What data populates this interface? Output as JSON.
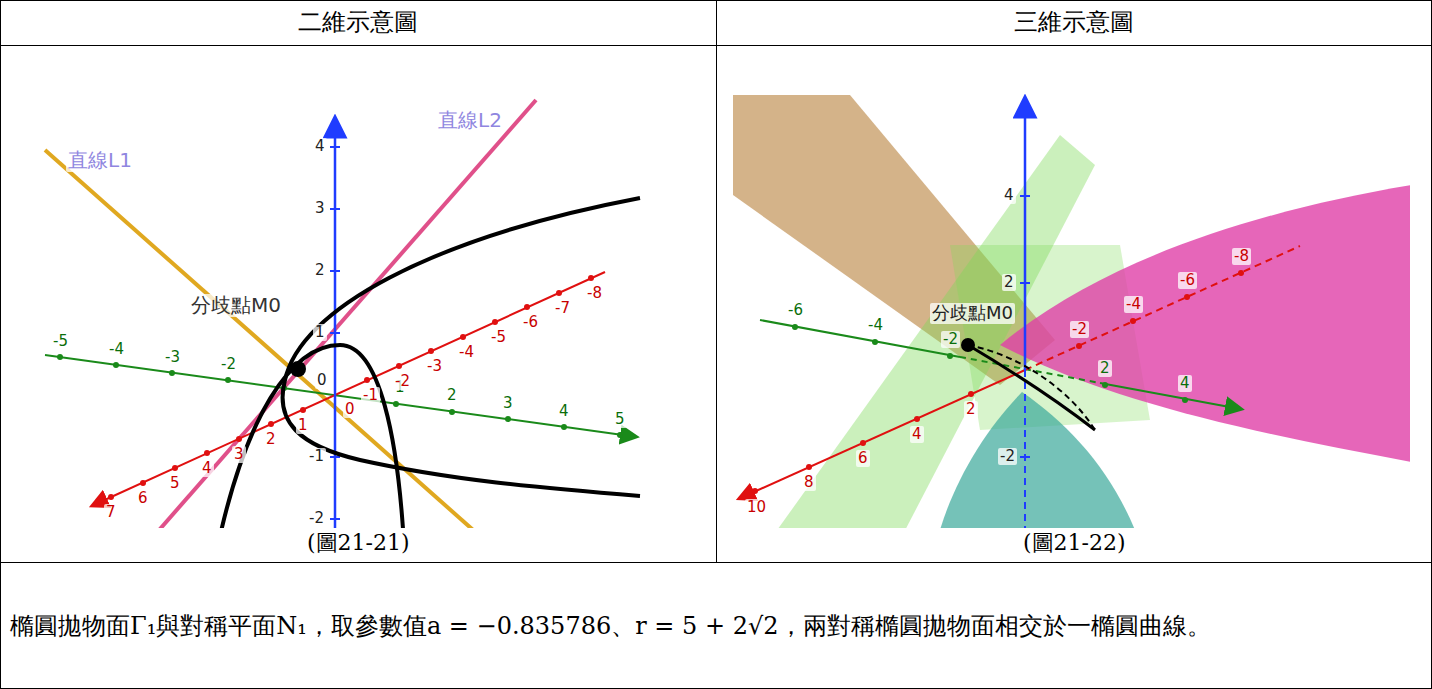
{
  "diagram": {
    "labels": [
      "二維示意圖",
      "三維示意圖",
      "直線L2",
      "直線L1",
      "分歧點M0",
      "4",
      "3",
      "2",
      "1",
      "-1",
      "-2",
      "-5",
      "-4",
      "-3",
      "-2",
      "1",
      "2",
      "3",
      "4",
      "5",
      "7",
      "6",
      "5",
      "4",
      "3",
      "2",
      "1",
      "0",
      "0",
      "-1",
      "-2",
      "-3",
      "-4",
      "-5",
      "-6",
      "-7",
      "-8",
      "(圖21-21)",
      "分歧點M0",
      "4",
      "2",
      "-2",
      "-6",
      "-4",
      "-2",
      "2",
      "4",
      "10",
      "8",
      "6",
      "4",
      "2",
      "-2",
      "-4",
      "-6",
      "-8",
      "(圖21-22)",
      "橢圓拋物面Γ₁與對稱平面N₁，取參數值a = −0.835786、r = 5 + 2√2，兩對稱橢圓拋物面相交於一橢圓曲線。"
    ]
  }
}
